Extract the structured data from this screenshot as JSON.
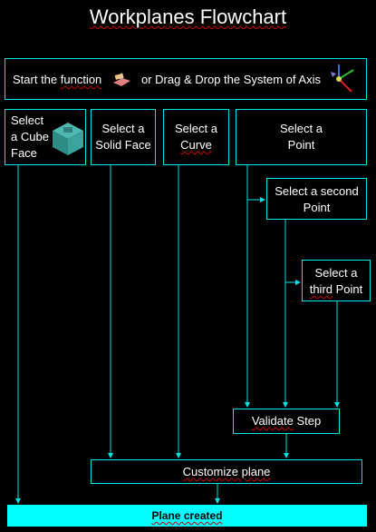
{
  "title": "Workplanes Flowchart",
  "start": {
    "prefix": "Start the ",
    "function_word": "function",
    "suffix": "or Drag & Drop the System of Axis"
  },
  "boxes": {
    "cube_face": "Select a Cube Face",
    "solid_face": "Select a Solid Face",
    "curve_pre": "Select a",
    "curve_word": "Curve",
    "point": "Select a Point",
    "second_point": "Select a second Point",
    "third_pre": "Select a",
    "third_word": "third",
    "third_post": " Point",
    "validate_word": "Validate",
    "validate_post": " Step",
    "customize": "Customize plane",
    "plane_created": "Plane created"
  },
  "colors": {
    "line": "#00e5e5",
    "accent_fill": "#00ffff",
    "background": "#000000"
  },
  "icons": {
    "function": "workplane-function-icon",
    "axis": "axis-system-icon",
    "cube": "view-cube-icon"
  }
}
